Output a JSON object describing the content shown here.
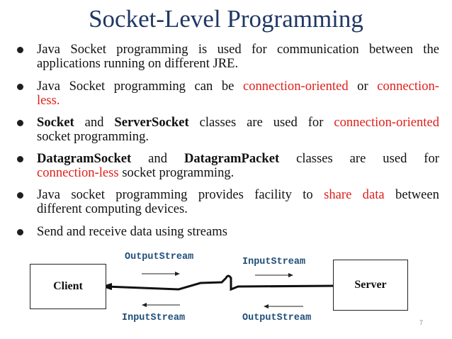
{
  "title": "Socket-Level Programming",
  "bullets": [
    {
      "line1": "Java Socket programming is used for communication between the",
      "line2": "applications running on different JRE."
    },
    {
      "t1": "Java Socket programming can be ",
      "t2": "connection-oriented",
      "t3": " or ",
      "t4": "connection-",
      "t5": "less."
    },
    {
      "t1": "Socket",
      "t2": " and ",
      "t3": "ServerSocket",
      "t4": " classes are used for ",
      "t5": "connection-oriented",
      "t6": "socket programming."
    },
    {
      "t1": "DatagramSocket",
      "t2": " and ",
      "t3": "DatagramPacket",
      "t4": " classes are used for",
      "t5": "connection-less",
      "t6": " socket programming."
    },
    {
      "t1": "Java socket programming provides facility to ",
      "t2": "share data",
      "t3": " between",
      "t4": "different computing devices."
    },
    {
      "t1": "Send and receive data using  streams"
    }
  ],
  "diagram": {
    "client_label": "Client",
    "server_label": "Server",
    "client_output": "OutputStream",
    "client_input": "InputStream",
    "server_input": "InputStream",
    "server_output": "OutputStream"
  },
  "page_number": "7"
}
